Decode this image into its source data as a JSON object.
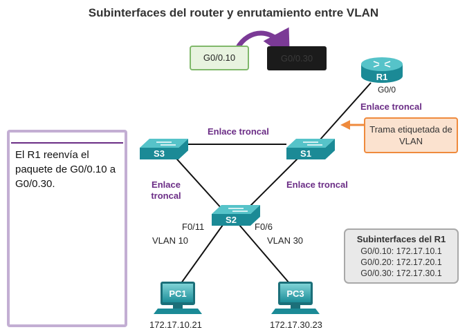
{
  "title": "Subinterfaces del router y enrutamiento entre VLAN",
  "routing": {
    "source_interface": "G0/0.10",
    "destination_interface": "G0/0.30"
  },
  "note": {
    "text": "El R1 reenvía el paquete de G0/0.10 a G0/0.30."
  },
  "devices": {
    "router": "R1",
    "router_port": "G0/0",
    "s1": "S1",
    "s2": "S2",
    "s3": "S3",
    "pc1": "PC1",
    "pc3": "PC3"
  },
  "links": {
    "r1_s1": "Enlace troncal",
    "s3_s1": "Enlace troncal",
    "s3_s2": "Enlace troncal",
    "s1_s2": "Enlace troncal"
  },
  "ports": {
    "s2_pc1_port": "F0/11",
    "s2_pc1_vlan": "VLAN 10",
    "s2_pc3_port": "F0/6",
    "s2_pc3_vlan": "VLAN 30"
  },
  "hosts": {
    "pc1_ip": "172.17.10.21",
    "pc3_ip": "172.17.30.23"
  },
  "callout": {
    "text": "Trama etiquetada de VLAN"
  },
  "legend": {
    "title": "Subinterfaces del R1",
    "entries": [
      "G0/0.10: 172.17.10.1",
      "G0/0.20: 172.17.20.1",
      "G0/0.30: 172.17.30.1"
    ]
  },
  "colors": {
    "device": "#1b8a96",
    "device_top": "#56c3c9",
    "link_label": "#6b2d86",
    "arrow": "#7b3a96",
    "callout_border": "#ef8a3c",
    "green_box": "#7fb86a"
  },
  "icons": [
    "router-icon",
    "switch-icon",
    "pc-icon",
    "orange-arrow-icon",
    "curved-arrow-icon"
  ]
}
